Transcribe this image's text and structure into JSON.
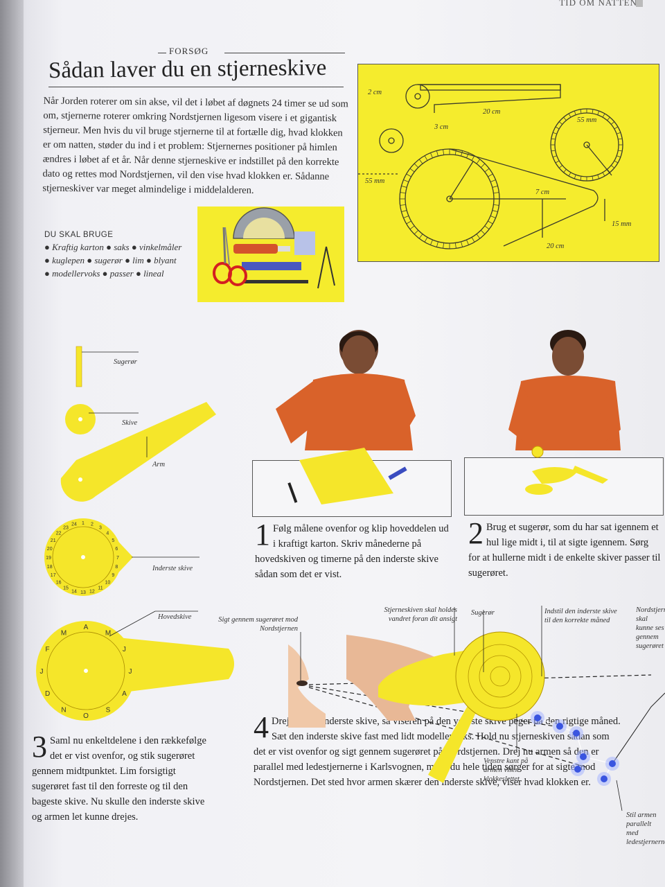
{
  "header": {
    "section": "TID OM NATTEN"
  },
  "kicker": "FORSØG",
  "title": "Sådan laver du en stjerneskive",
  "intro": "Når Jorden roterer om sin akse, vil det i løbet af døgnets 24 timer se ud som om, stjernerne roterer omkring Nordstjernen ligesom visere i et gigantisk stjerneur. Men hvis du vil bruge stjernerne til at fortælle dig, hvad klokken er om natten, støder du ind i et problem: Stjernernes positioner på himlen ændres i løbet af et år. Når denne stjerneskive er indstillet på den korrekte dato og rettes mod Nordstjernen, vil den vise hvad klokken er. Sådanne stjerneskiver var meget almindelige i middelalderen.",
  "need": {
    "title": "DU SKAL BRUGE",
    "items": "● Kraftig karton ● saks ● vinkelmåler ● kuglepen ● sugerør ● lim ● blyant ● modellervoks ● passer ● lineal"
  },
  "template": {
    "dims": [
      "2 cm",
      "20 cm",
      "3 cm",
      "55 mm",
      "55 mm",
      "7 cm",
      "15 mm",
      "20 cm"
    ]
  },
  "parts": {
    "straw": "Sugerør",
    "disc": "Skive",
    "arm": "Arm",
    "inner": "Inderste skive",
    "main": "Hovedskive",
    "inner_numbers": [
      "1",
      "2",
      "3",
      "4",
      "5",
      "6",
      "7",
      "8",
      "9",
      "10",
      "11",
      "12",
      "13",
      "14",
      "15",
      "16",
      "17",
      "18",
      "19",
      "20",
      "21",
      "22",
      "23",
      "24"
    ],
    "month_letters": [
      "J",
      "F",
      "M",
      "A",
      "M",
      "J",
      "J",
      "A",
      "S",
      "O",
      "N",
      "D"
    ]
  },
  "steps": [
    {
      "num": "1",
      "text": "Følg målene ovenfor og klip hoveddelen ud i kraftigt karton. Skriv månederne på hovedskiven og timerne på den inderste skive sådan som det er vist."
    },
    {
      "num": "2",
      "text": "Brug et sugerør, som du har sat igennem et hul lige midt i, til at sigte igennem. Sørg for at hullerne midt i de enkelte skiver passer til sugerøret."
    },
    {
      "num": "3",
      "text": "Saml nu enkeltdelene i den rækkefølge det er vist ovenfor, og stik sugerøret gennem midtpunktet. Lim forsigtigt sugerøret fast til den forreste og til den bageste skive. Nu skulle den inderste skive og armen let kunne drejes."
    },
    {
      "num": "4",
      "text": "Drej nu den inderste skive, så viseren på den yderste skive peger på den rigtige måned. Sæt den inderste skive fast med lidt modellervoks. Hold nu stjerneskiven sådan som det er vist ovenfor og sigt gennem sugerøret på Nordstjernen. Drej nu armen så den er parallel med ledestjernerne i Karlsvognen, mens du hele tiden sørger for at sigte mod Nordstjernen. Det sted hvor armen skærer den inderste skive, viser hvad klokken er."
    }
  ],
  "annotations": {
    "sight": "Sigt gennem sugerøret mod Nordstjernen",
    "hold": "Stjerneskiven skal holdes vandret foran dit ansigt",
    "straw": "Sugerør",
    "set": "Indstil den inderste skive til den korrekte måned",
    "north": "Nordstjernen skal kunne ses gennem sugerøret",
    "left_edge": "Venstre kant på armen viser klokkeslettet",
    "align": "Stil armen parallelt med ledestjernerne"
  },
  "colors": {
    "card": "#f5ec2d",
    "shirt": "#d9622a",
    "stars": "#3a55e0"
  }
}
